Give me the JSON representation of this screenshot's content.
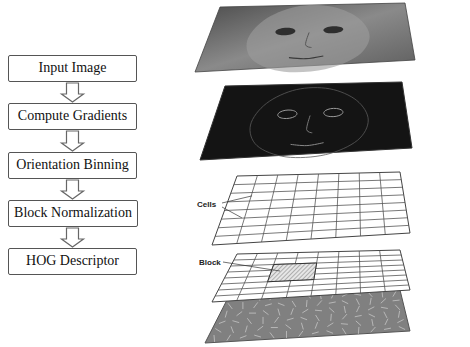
{
  "diagram": {
    "nodes": [
      {
        "text": [
          "Input Image"
        ]
      },
      {
        "text": [
          "Compute Gradients"
        ]
      },
      {
        "text": [
          "Orientation Binning"
        ]
      },
      {
        "text": [
          "Block Normalization"
        ]
      },
      {
        "text": [
          "HOG Descriptor"
        ]
      }
    ],
    "edges": [
      {
        "from": 0,
        "to": 1,
        "arrow": "to"
      },
      {
        "from": 1,
        "to": 2,
        "arrow": "to"
      },
      {
        "from": 2,
        "to": 3,
        "arrow": "to"
      },
      {
        "from": 3,
        "to": 4,
        "arrow": "to"
      }
    ],
    "labels": [
      "Cells",
      "Block"
    ]
  }
}
